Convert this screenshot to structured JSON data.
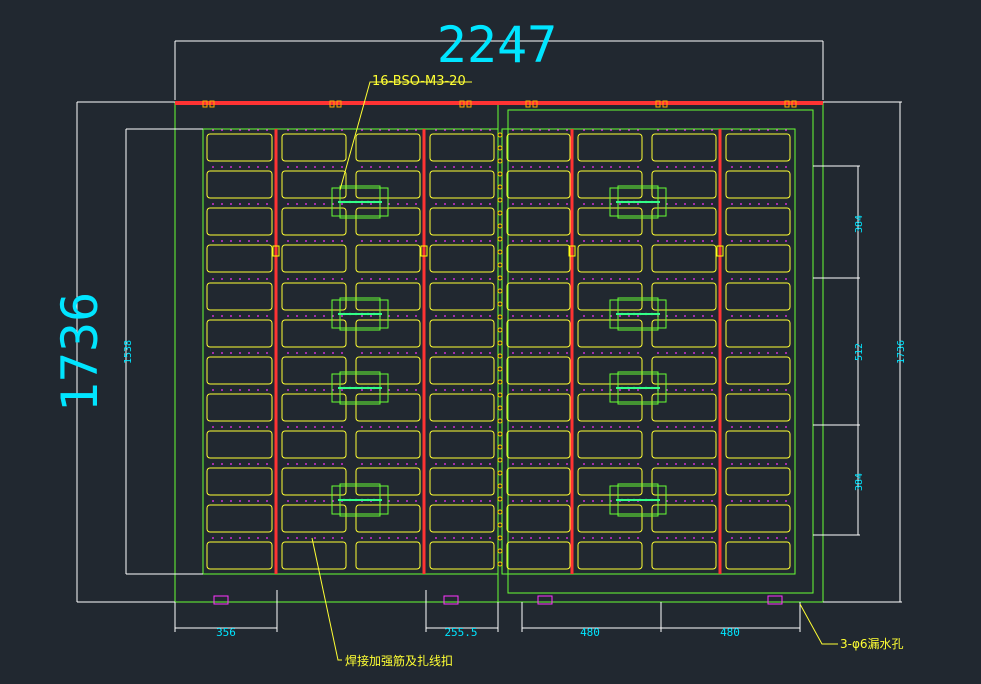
{
  "drawing": {
    "colors": {
      "background": "#212830",
      "outline": "#66ff33",
      "cell": "#ffff33",
      "beam": "#ff3333",
      "dim_line": "#ffffff",
      "dim_text": "#00e5ff",
      "dot": "#ff33ff",
      "label": "#ffff33"
    },
    "dimensions": {
      "overall_width": "2247",
      "overall_height": "1736",
      "inner_height": "1538",
      "right_top": "384",
      "right_middle": "512",
      "right_bottom": "384",
      "right_total": "1736",
      "bottom_left": "356",
      "bottom_mid": "255.5",
      "bottom_right_1": "480",
      "bottom_right_2": "480"
    },
    "callouts": {
      "top_part": "16-BSO-M3-20",
      "weld": "焊接加强筋及扎线扣",
      "drain": "3-φ6漏水孔"
    }
  }
}
